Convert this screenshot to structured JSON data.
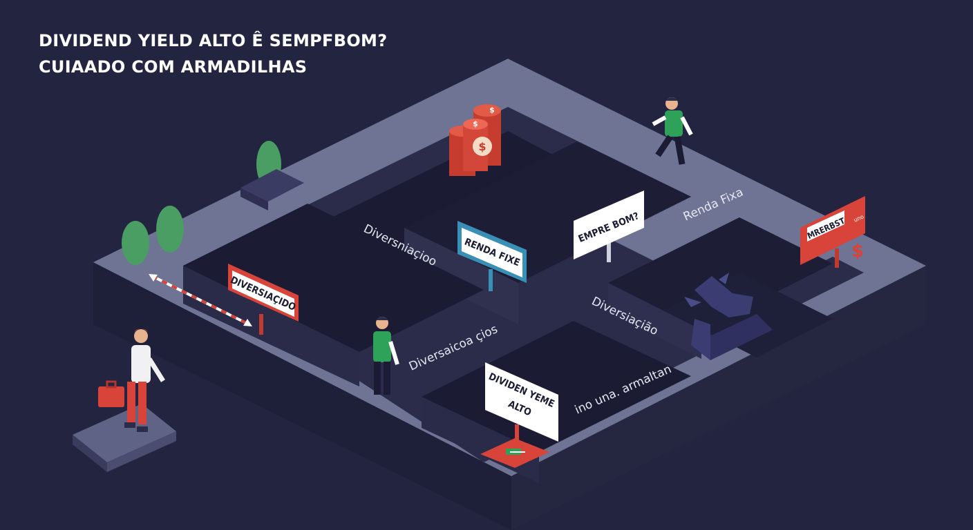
{
  "title": {
    "line1": "DIVIDEND YIELD ALTO Ê SEMPFBOM?",
    "line2": "CUIAADO COM ARMADILHAS"
  },
  "signs": {
    "diversificacao_red": "DIVERSIAÇIDO",
    "renda_fixe": "RENDA FIXE",
    "sempre_bom": "EMPRE BOM?",
    "mrerest": "MRERBST",
    "mrerest_small": "uno",
    "dividen_line1": "DIVIDEN YEME",
    "dividen_line2": "ALTO"
  },
  "path_labels": {
    "diversificacao_upper": "Diversniaçioo",
    "renda_fixa": "Renda Fixa",
    "diversificacao_mid": "Diversiaçião",
    "diversificacao_lower": "Diversaicoa çios",
    "armadilha": "ino una. armaltan"
  },
  "coin_symbol": "$",
  "colors": {
    "background": "#232440",
    "path_top": "#6f7394",
    "wall": "#2b2c4a",
    "pit": "#1b1c33",
    "accent_red": "#d8443a",
    "sign_blue": "#3a8fb7",
    "tree_green": "#4a9e63",
    "shirt_green": "#2fa25a"
  },
  "icons": [
    "tree-icon",
    "coin-stack-icon",
    "bear-icon",
    "trap-icon",
    "person-icon",
    "briefcase-icon"
  ]
}
